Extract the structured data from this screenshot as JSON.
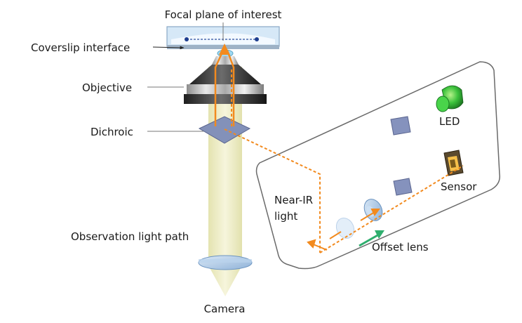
{
  "labels": {
    "focal_plane": "Focal plane of interest",
    "coverslip": "Coverslip interface",
    "objective": "Objective",
    "dichroic": "Dichroic",
    "observation": "Observation light path",
    "camera": "Camera",
    "near_ir_line1": "Near-IR",
    "near_ir_line2": "light",
    "offset_lens": "Offset lens",
    "led": "LED",
    "sensor": "Sensor"
  },
  "colors": {
    "near_ir": "#f28a1e",
    "led": "#3cc23c",
    "arrow_green": "#2fae6e",
    "beam": "#ecebc2"
  }
}
